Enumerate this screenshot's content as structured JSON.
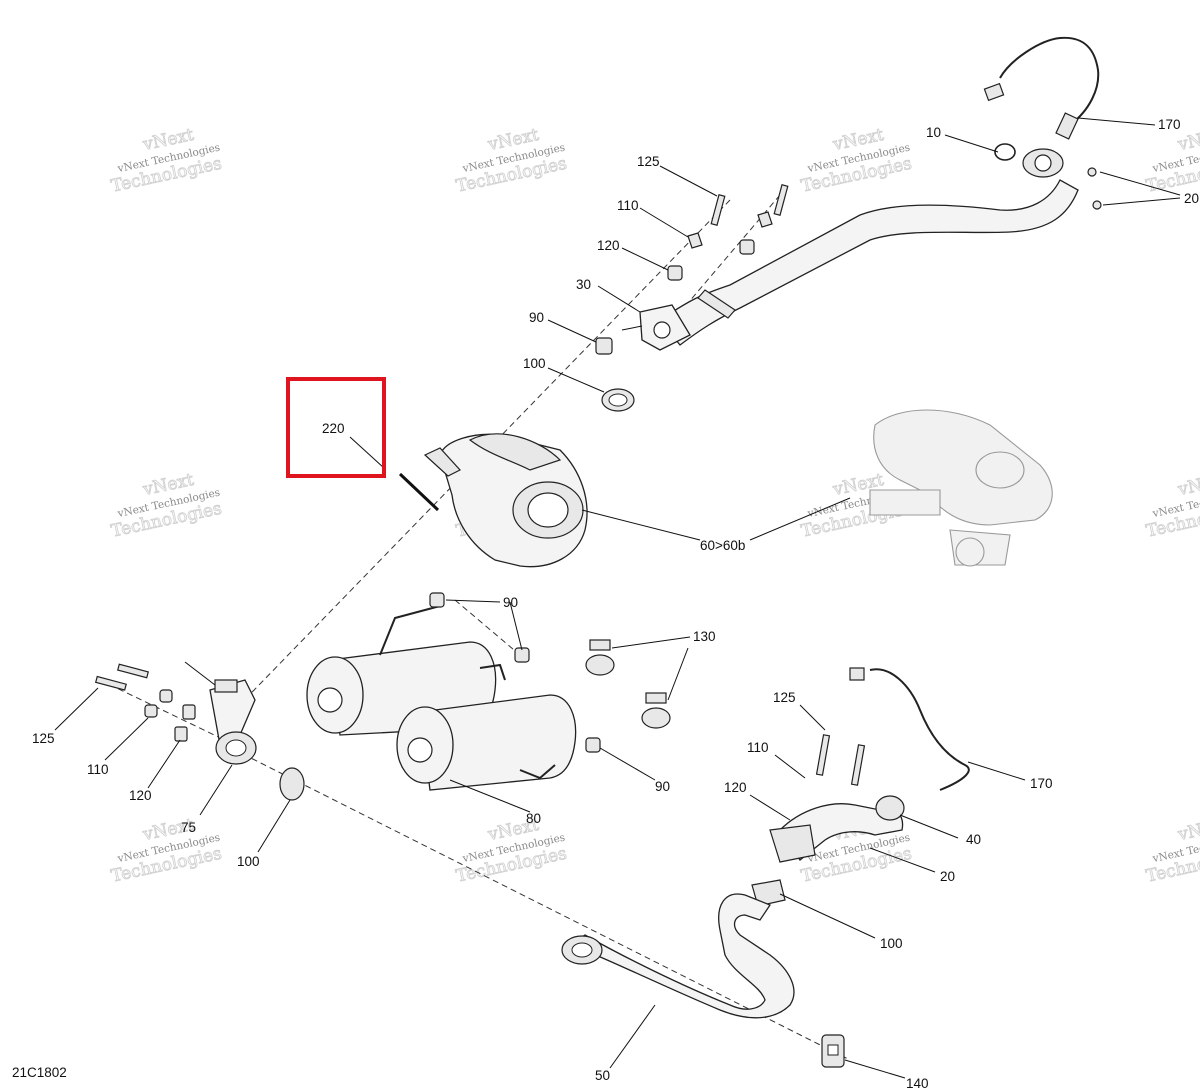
{
  "diagram_code": "21C1802",
  "watermark": {
    "line1": "vNext Technologies",
    "line2": "vNext",
    "line3": "Technologies"
  },
  "callouts": [
    {
      "id": "c170a",
      "text": "170"
    },
    {
      "id": "c10",
      "text": "10"
    },
    {
      "id": "c20a",
      "text": "20"
    },
    {
      "id": "c125a",
      "text": "125"
    },
    {
      "id": "c110a",
      "text": "110"
    },
    {
      "id": "c120a",
      "text": "120"
    },
    {
      "id": "c30",
      "text": "30"
    },
    {
      "id": "c90a",
      "text": "90"
    },
    {
      "id": "c100a",
      "text": "100"
    },
    {
      "id": "c220",
      "text": "220"
    },
    {
      "id": "c60",
      "text": "60>60b"
    },
    {
      "id": "c90b",
      "text": "90"
    },
    {
      "id": "c130",
      "text": "130"
    },
    {
      "id": "c125b",
      "text": "125"
    },
    {
      "id": "c110b",
      "text": "110"
    },
    {
      "id": "c120b",
      "text": "120"
    },
    {
      "id": "c75",
      "text": "75"
    },
    {
      "id": "c100b",
      "text": "100"
    },
    {
      "id": "c90c",
      "text": "90"
    },
    {
      "id": "c80",
      "text": "80"
    },
    {
      "id": "c125c",
      "text": "125"
    },
    {
      "id": "c110c",
      "text": "110"
    },
    {
      "id": "c120c",
      "text": "120"
    },
    {
      "id": "c170b",
      "text": "170"
    },
    {
      "id": "c40",
      "text": "40"
    },
    {
      "id": "c20b",
      "text": "20"
    },
    {
      "id": "c100c",
      "text": "100"
    },
    {
      "id": "c50",
      "text": "50"
    },
    {
      "id": "c140",
      "text": "140"
    }
  ],
  "highlight": {
    "color": "#e0141e",
    "target": "220"
  }
}
